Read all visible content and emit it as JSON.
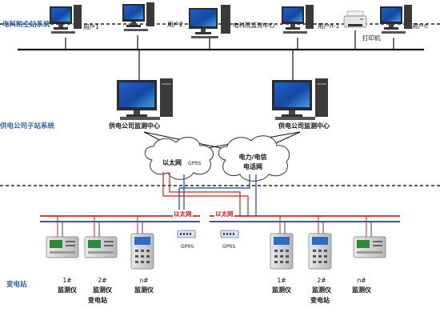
{
  "tiers": {
    "main_station": "电科院主站系统",
    "sub_station": "供电公司子站系统",
    "substation": "变电站"
  },
  "top_nodes": {
    "user1": "用户1",
    "user2": "用户2",
    "monitor_center": "电科院监测中心",
    "user_n1": "用户n-1",
    "printer": "打印机",
    "user_n": "用户n"
  },
  "mid_nodes": {
    "left_center": "供电公司监测中心",
    "right_center": "供电公司监测中心"
  },
  "clouds": {
    "ethernet": "以太网",
    "gprs": "GPRS",
    "telecom_line1": "电力/电信",
    "telecom_line2": "电话网"
  },
  "bottom": {
    "ethernet_left": "以太网",
    "ethernet_right": "以太网",
    "gprs_left": "GPRS",
    "gprs_right": "GPRS"
  },
  "devices": {
    "left_1_num": "1#",
    "left_1_label": "监测仪",
    "left_2_num": "2#",
    "left_2_label": "监测仪",
    "left_n_num": "n#",
    "left_n_label": "监测仪",
    "left_station": "变电站",
    "right_1_num": "1#",
    "right_1_label": "监测仪",
    "right_2_num": "2#",
    "right_2_label": "监测仪",
    "right_n_num": "n#",
    "right_n_label": "监测仪",
    "right_station": "变电站"
  }
}
